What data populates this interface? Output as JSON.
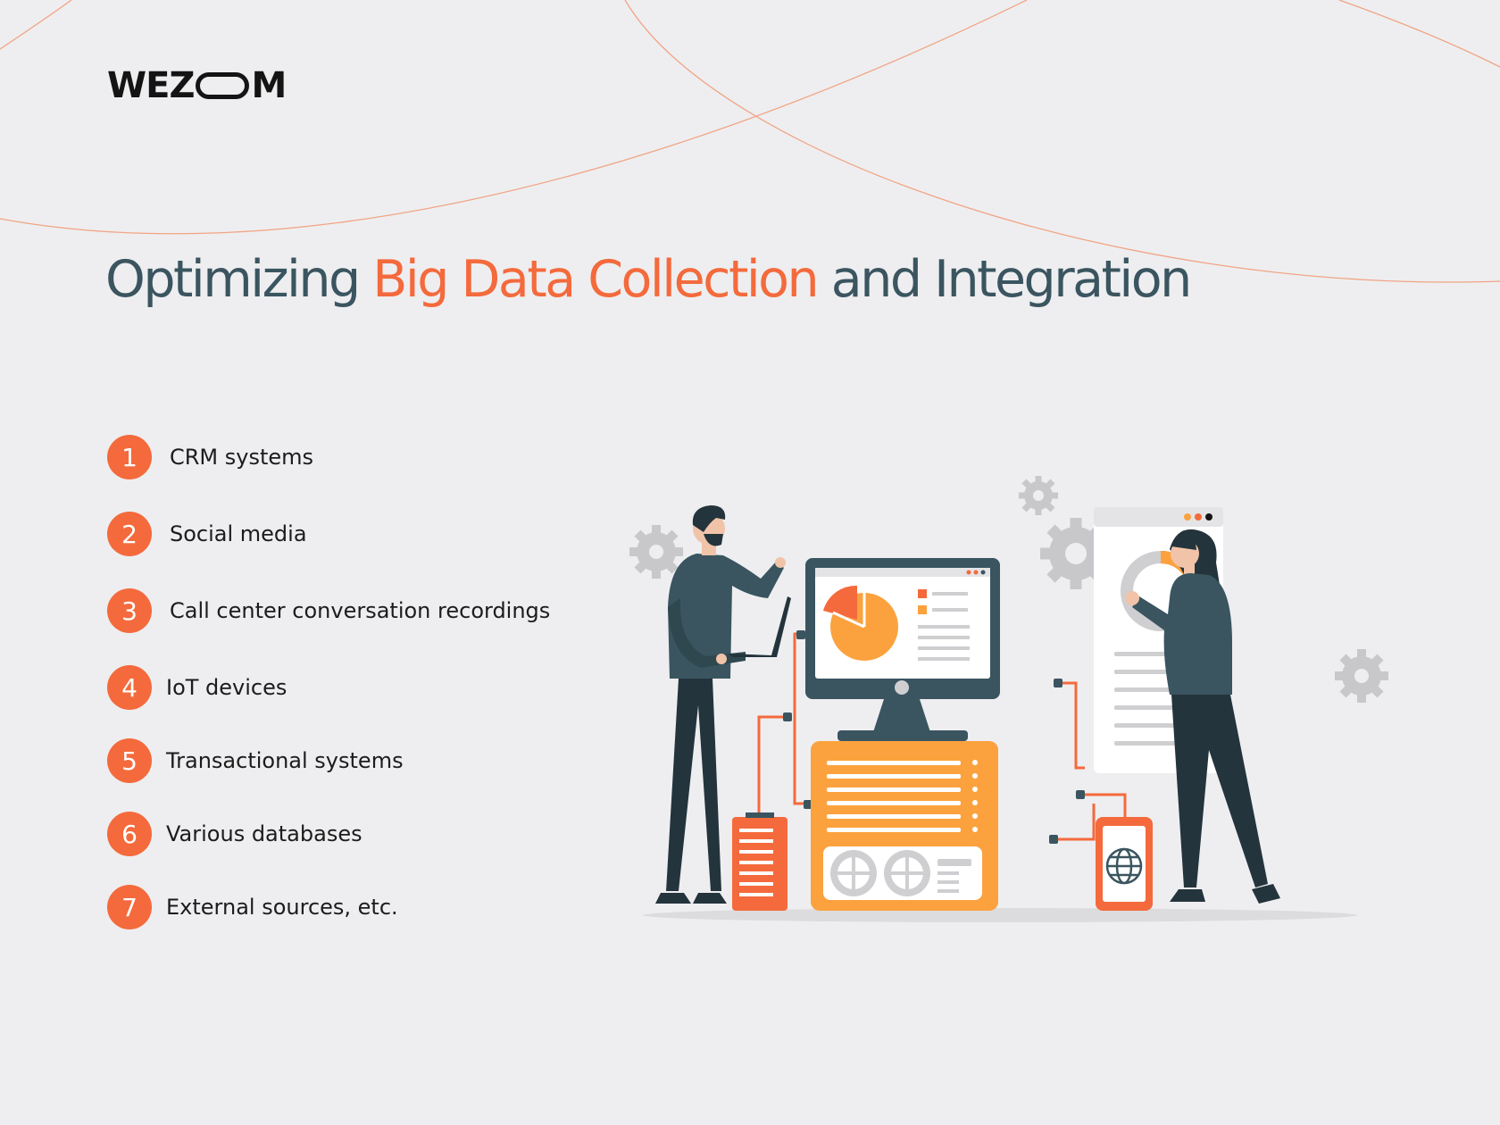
{
  "brand": {
    "logo_left": "WEZ",
    "logo_right": "M"
  },
  "title": {
    "part1": "Optimizing ",
    "accent": "Big Data Collection",
    "part2": " and Integration"
  },
  "sources": [
    {
      "number": "1",
      "label": "CRM systems"
    },
    {
      "number": "2",
      "label": "Social media"
    },
    {
      "number": "3",
      "label": "Call center conversation recordings"
    },
    {
      "number": "4",
      "label": "IoT devices"
    },
    {
      "number": "5",
      "label": "Transactional systems"
    },
    {
      "number": "6",
      "label": "Various databases"
    },
    {
      "number": "7",
      "label": "External sources, etc."
    }
  ],
  "colors": {
    "accent": "#f46a3c",
    "title": "#3a5560",
    "background": "#eeeef0",
    "dark": "#141414"
  },
  "icons": [
    "gear-icon",
    "pie-chart-icon",
    "donut-chart-icon",
    "globe-icon",
    "server-icon"
  ]
}
